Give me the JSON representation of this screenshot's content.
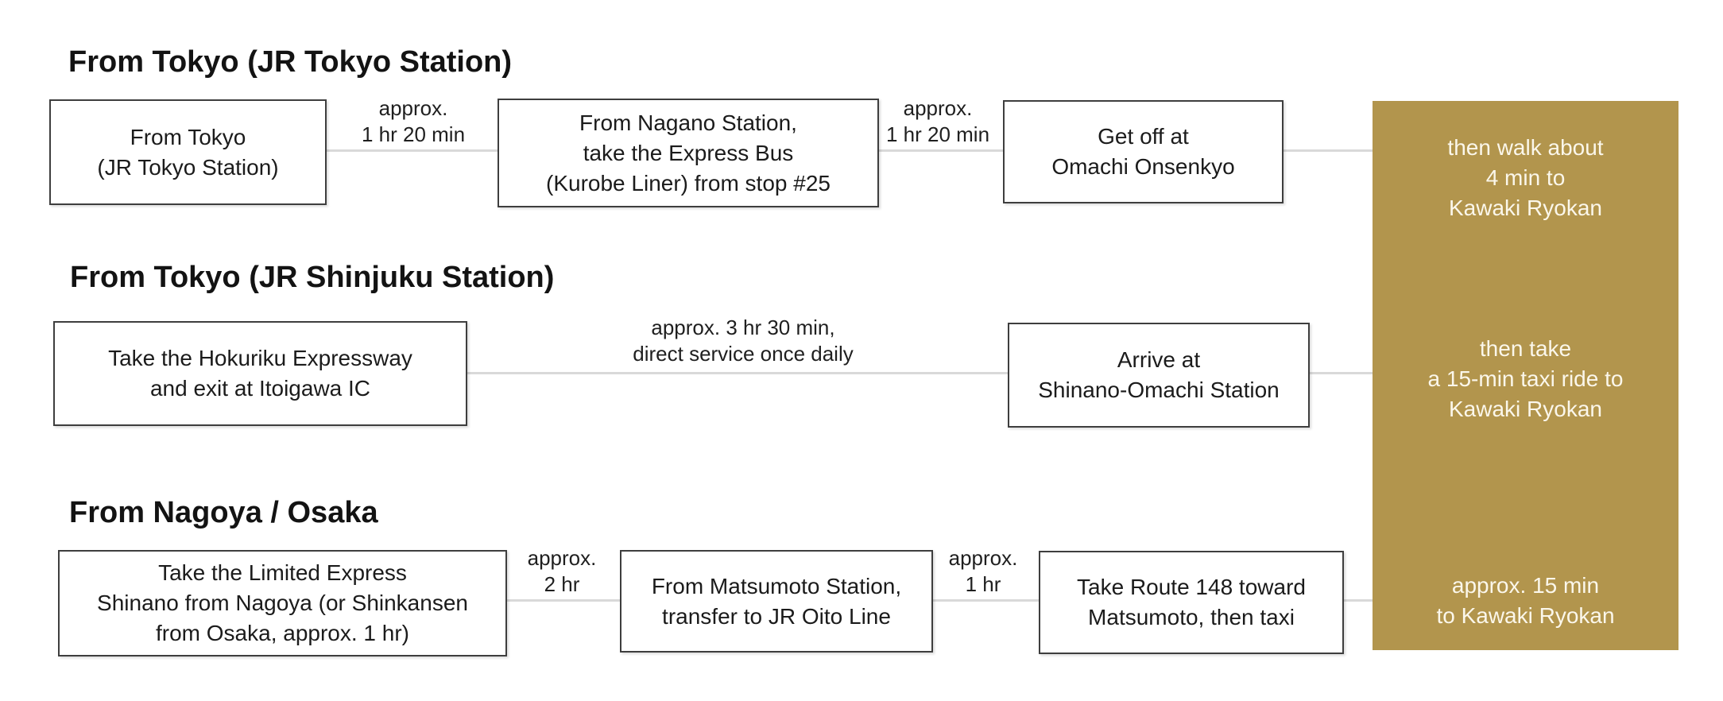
{
  "colors": {
    "accent_gold_panel": "#b2954d",
    "gold_panel_text": "#fbf7eb",
    "box_border": "#3e3e3e",
    "connector_gray": "#d9d9d9"
  },
  "destination": "Kawaki Ryokan",
  "sections": [
    {
      "heading": "From Tokyo (JR Tokyo Station)",
      "boxes": [
        {
          "lines": [
            "From Tokyo",
            "(JR Tokyo Station)"
          ]
        },
        {
          "lines": [
            "From Nagano Station,",
            "take the Express Bus",
            "(Kurobe Liner) from stop #25"
          ]
        },
        {
          "lines": [
            "Get off at",
            "Omachi Onsenkyo"
          ]
        }
      ],
      "labels": [
        {
          "lines": [
            "approx.",
            "1 hr 20 min"
          ]
        },
        {
          "lines": [
            "approx.",
            "1 hr 20 min"
          ]
        }
      ],
      "gold_note": {
        "lines": [
          "then walk about",
          "4 min to",
          "Kawaki Ryokan"
        ]
      }
    },
    {
      "heading": "From Tokyo (JR Shinjuku Station)",
      "boxes": [
        {
          "lines": [
            "Take the Hokuriku Expressway",
            "and exit at Itoigawa IC"
          ]
        },
        {
          "lines": [
            "Arrive at",
            "Shinano-Omachi Station"
          ]
        }
      ],
      "labels": [
        {
          "lines": [
            "approx. 3 hr 30 min,",
            "direct service once daily"
          ]
        }
      ],
      "gold_note": {
        "lines": [
          "then take",
          "a 15-min taxi ride to",
          "Kawaki Ryokan"
        ]
      }
    },
    {
      "heading": "From Nagoya / Osaka",
      "boxes": [
        {
          "lines": [
            "Take the Limited Express",
            "Shinano from Nagoya (or Shinkansen",
            "from Osaka, approx. 1 hr)"
          ]
        },
        {
          "lines": [
            "From Matsumoto Station,",
            "transfer to JR Oito Line"
          ]
        },
        {
          "lines": [
            "Take Route 148 toward",
            "Matsumoto, then taxi"
          ]
        }
      ],
      "labels": [
        {
          "lines": [
            "approx.",
            "2 hr"
          ]
        },
        {
          "lines": [
            "approx.",
            "1 hr"
          ]
        }
      ],
      "gold_note": {
        "lines": [
          "approx. 15 min",
          "to Kawaki Ryokan"
        ]
      }
    }
  ]
}
